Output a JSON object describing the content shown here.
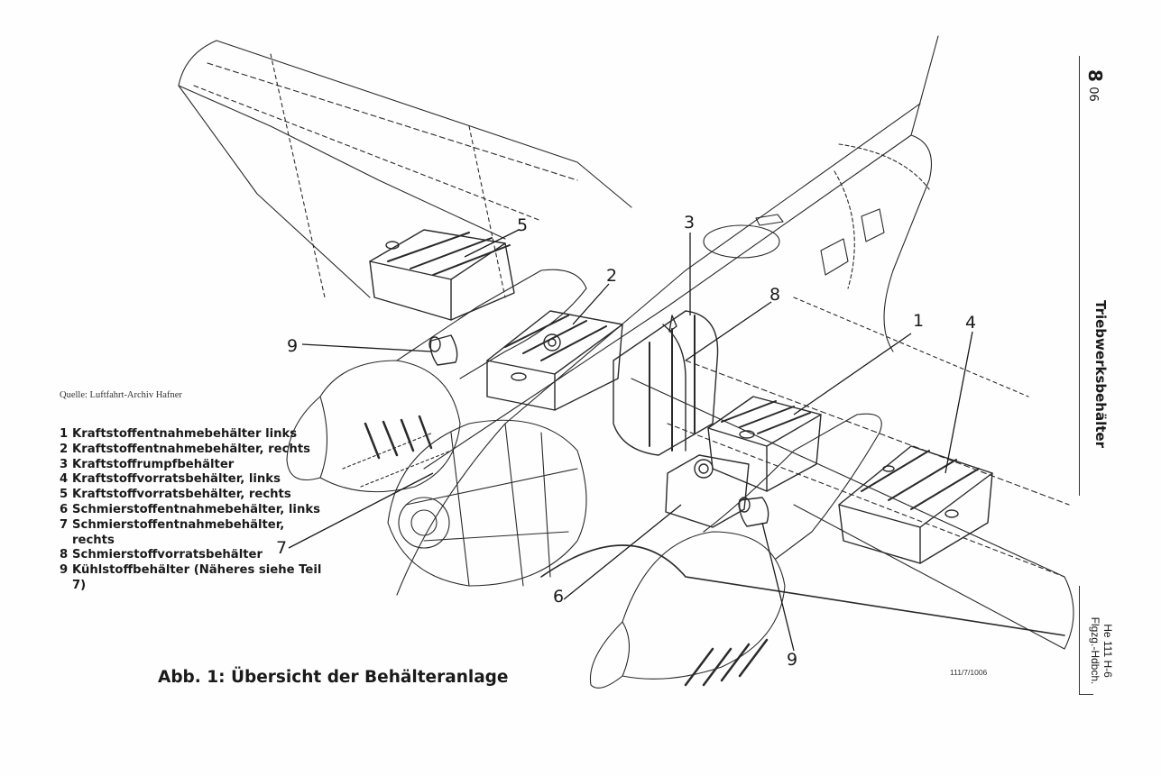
{
  "source_note": "Quelle: Luftfahrt-Archiv Hafner",
  "legend": [
    {
      "number": "1",
      "text": "Kraftstoffentnahmebehälter links"
    },
    {
      "number": "2",
      "text": "Kraftstoffentnahmebehälter, rechts"
    },
    {
      "number": "3",
      "text": "Kraftstoffrumpfbehälter"
    },
    {
      "number": "4",
      "text": "Kraftstoffvorratsbehälter, links"
    },
    {
      "number": "5",
      "text": "Kraftstoffvorratsbehälter, rechts"
    },
    {
      "number": "6",
      "text": "Schmierstoffentnahmebehälter, links"
    },
    {
      "number": "7",
      "text": "Schmierstoffentnahmebehälter, rechts"
    },
    {
      "number": "8",
      "text": "Schmierstoffvorratsbehälter"
    },
    {
      "number": "9",
      "text": "Kühlstoffbehälter (Näheres siehe Teil 7)"
    }
  ],
  "callouts": [
    "1",
    "2",
    "3",
    "4",
    "5",
    "6",
    "7",
    "8",
    "9",
    "9"
  ],
  "caption": "Abb. 1: Übersicht der Behälteranlage",
  "drawing_number": "111/7/1006",
  "page_number": {
    "major": "8",
    "minor": "06"
  },
  "section_title": "Triebwerksbehälter",
  "handbook": {
    "model": "He 111 H-6",
    "type": "Flgzg.-Hdbch."
  }
}
